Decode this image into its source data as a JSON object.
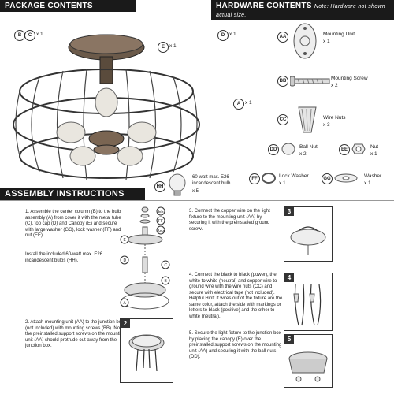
{
  "package": {
    "title": "PACKAGE CONTENTS",
    "callouts": [
      {
        "letter": "B",
        "letter2": "C",
        "qty": "x 1"
      },
      {
        "letter": "E",
        "qty": "x 1"
      },
      {
        "letter": "D",
        "qty": "x 1"
      },
      {
        "letter": "A",
        "qty": "x 1"
      }
    ],
    "bulb": {
      "code": "HH",
      "desc": "60-watt max. E26 incandescent bulb",
      "qty": "x 5"
    }
  },
  "hardware": {
    "title": "HARDWARE CONTENTS",
    "note": "Note: Hardware not shown actual size.",
    "items": [
      {
        "code": "AA",
        "name": "Mounting Unit",
        "qty": "x 1"
      },
      {
        "code": "BB",
        "name": "Mounting Screw",
        "qty": "x 2"
      },
      {
        "code": "CC",
        "name": "Wire Nuts",
        "qty": "x 3"
      },
      {
        "code": "DD",
        "name": "Ball Nut",
        "qty": "x 2"
      },
      {
        "code": "EE",
        "name": "Nut",
        "qty": "x 1"
      },
      {
        "code": "FF",
        "name": "Lock Washer",
        "qty": "x 1"
      },
      {
        "code": "GG",
        "name": "Washer",
        "qty": "x 1"
      }
    ]
  },
  "assembly": {
    "title": "ASSEMBLY INSTRUCTIONS",
    "step1": "1. Assemble the center column (B) to the bulb assembly (A) from cover it with the metal tube (C), top cap (D) and Canopy (E) and secure with large washer (GG), lock washer (FF) and nut (EE).",
    "step1b": "Install the included 60-watt max. E26 incandescent bulbs (HH).",
    "step2": "2. Attach mounting unit (AA) to the junction box (not included) with mounting screws (BB). Note: the preinstalled support screws on the mounting unit (AA) should protrude out away from the junction box.",
    "step3": "3. Connect the copper wire on the light fixture to the mounting unit (AA) by securing it with the preinstalled ground screw.",
    "step4": "4. Connect the black to black (power), the white to white (neutral) and copper wire to ground wire with the wire nuts (CC) and secure with electrical tape (not included). Helpful Hint: If wires out of the fixture are the same color, attach the side with markings or letters to black (positive) and the other to white (neutral).",
    "step5": "5. Secure the light fixture to the junction box by placing the canopy (E) over the preinstalled support screws on the mounting unit (AA) and securing it with the ball nuts (DD).",
    "step_numbers": [
      "2",
      "3",
      "4",
      "5"
    ]
  }
}
